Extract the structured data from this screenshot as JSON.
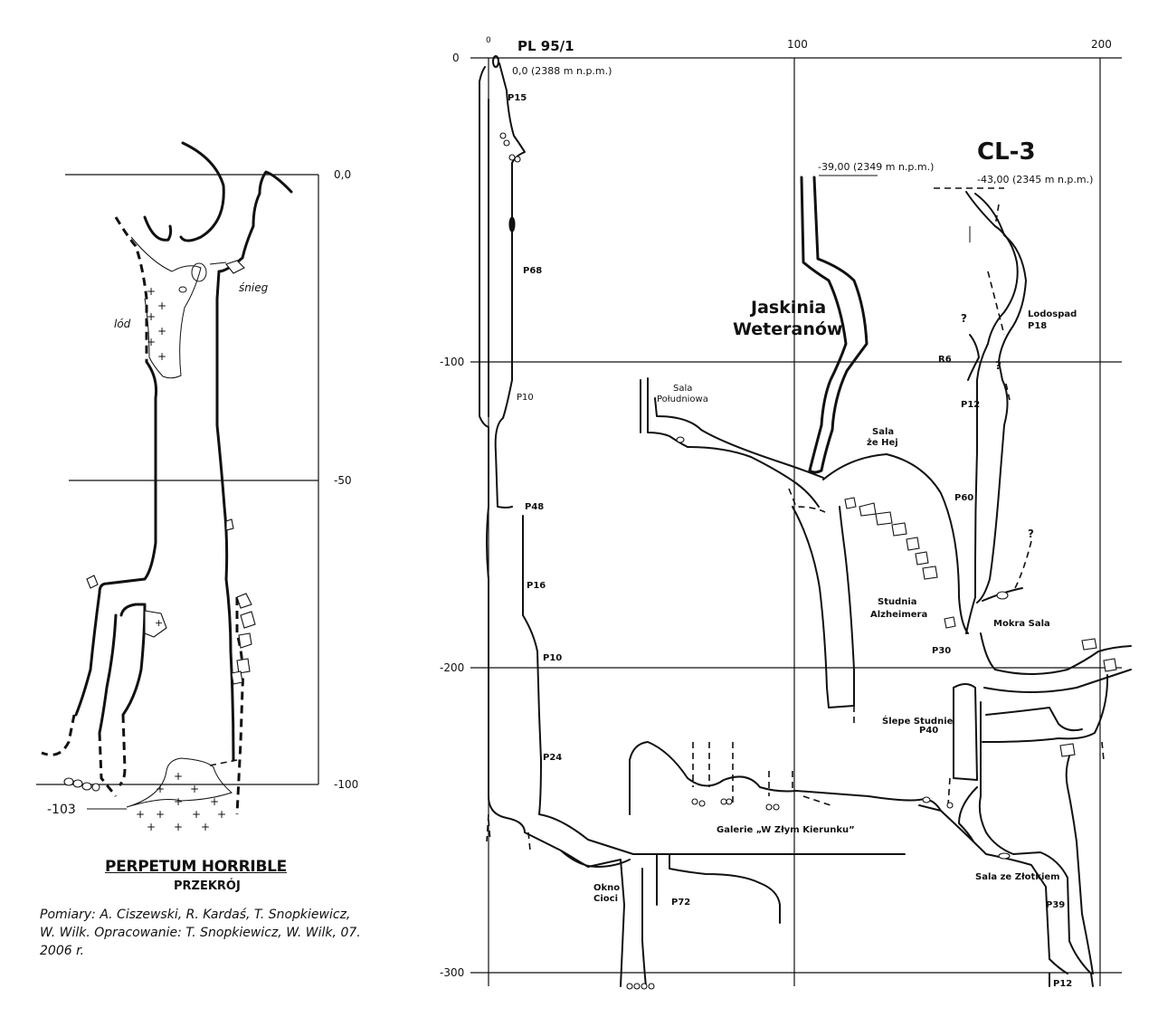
{
  "left_section": {
    "depth_labels": [
      "0,0",
      "-50",
      "-100"
    ],
    "bottom_depth": "-103",
    "labels": {
      "ice": "lód",
      "snow": "śnieg"
    },
    "title": "PERPETUM HORRIBLE",
    "subtitle": "PRZEKRÓJ",
    "credits": "Pomiary: A. Ciszewski, R. Kardaś, T. Snopkiewicz, W. Wilk. Opracowanie: T. Snopkiewicz, W. Wilk, 07. 2006 r."
  },
  "right_section": {
    "x_axis_labels": [
      "0",
      "100",
      "200"
    ],
    "y_axis_labels": [
      "0",
      "-100",
      "-200",
      "-300"
    ],
    "entrances": [
      {
        "name": "PL 95/1",
        "elevation": "0,0 (2388 m n.p.m.)"
      },
      {
        "name": "Jaskinia Weteranów",
        "elevation": "-39,00 (2349 m n.p.m.)"
      },
      {
        "name": "CL-3",
        "elevation": "-43,00 (2345 m n.p.m.)"
      }
    ],
    "top_zero": "0",
    "pitches": [
      "P15",
      "P68",
      "P10",
      "P48",
      "P16",
      "P10",
      "P24",
      "P72",
      "P60",
      "P30",
      "P40",
      "P12",
      "P18",
      "R6",
      "P39",
      "P12"
    ],
    "chambers": {
      "sala_poludniowa_1": "Sala",
      "sala_poludniowa_2": "Południowa",
      "sala_ze_hej_1": "Sala",
      "sala_ze_hej_2": "że Hej",
      "lodospad": "Lodospad",
      "studnia_1": "Studnia",
      "studnia_2": "Alzheimera",
      "mokra_sala": "Mokra Sala",
      "slepe_studnie": "Ślepe Studnie",
      "galerie": "Galerie „W Złym Kierunku”",
      "okno_1": "Okno",
      "okno_2": "Cioci",
      "sala_ze_zlotkiem": "Sala ze Złotkiem",
      "jaskinia_1": "Jaskinia",
      "jaskinia_2": "Weteranów"
    },
    "question_marks": [
      "?",
      "?",
      "?"
    ]
  }
}
